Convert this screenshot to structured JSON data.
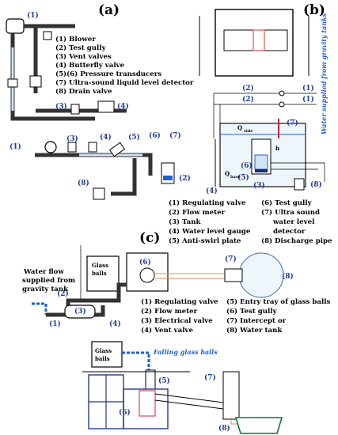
{
  "panel_a": {
    "label": "(a)",
    "legend": [
      "(1) Blower",
      "(2) Test gully",
      "(3) Vent valves",
      "(4) Butterfly valve",
      "(5)(6) Pressure transducers",
      "(7) Ultra-sound liquid level detector",
      "(8) Drain valve"
    ],
    "callouts": [
      "(1)",
      "(3)",
      "(4)",
      "(1)",
      "(3)",
      "(4)",
      "(5)",
      "(6)",
      "(7)",
      "(2)",
      "(8)"
    ]
  },
  "panel_b": {
    "label": "(b)",
    "side_text": "Water supplied from gravity tanks",
    "legend": [
      "(1) Regulating valve",
      "(2) Flow meter",
      "(3) Tank",
      "(4) Water level gauge",
      "(5) Anti-swirl plate",
      "(6) Test gully",
      "(7) Ultra sound",
      "water level",
      "detector",
      "(8) Discharge pipe"
    ],
    "callouts": [
      "(2)",
      "(2)",
      "(1)",
      "(1)",
      "(7)",
      "(6)",
      "(5)",
      "(3)",
      "(4)",
      "(8)"
    ],
    "q_side": "Q",
    "q_side_sub": "side",
    "q_base": "Q",
    "q_base_sub": "base",
    "h_label": "h"
  },
  "panel_c": {
    "label": "(c)",
    "water_flow_text": [
      "Water flow",
      "supplied from",
      "gravity tank"
    ],
    "glass_balls_label": [
      "Glass",
      "balls"
    ],
    "falling_text": "Falling glass balls",
    "legend": [
      "(1) Regulating valve",
      "(2) Flow meter",
      "(3) Electrical valve",
      "(4) Vent valve",
      "(5) Entry tray of glass balls",
      "(6) Test gully",
      "(7) Intercept or",
      "(8) Water tank"
    ],
    "callouts": [
      "(6)",
      "(7)",
      "(8)",
      "(2)",
      "(3)",
      "(1)",
      "(4)",
      "(5)",
      "(7)",
      "(6)",
      "(8)"
    ]
  },
  "colors": {
    "accent_blue": "#1f3c9b",
    "water_blue": "#1f5fd0",
    "orange": "#e38a55",
    "pipe": "#333333"
  }
}
